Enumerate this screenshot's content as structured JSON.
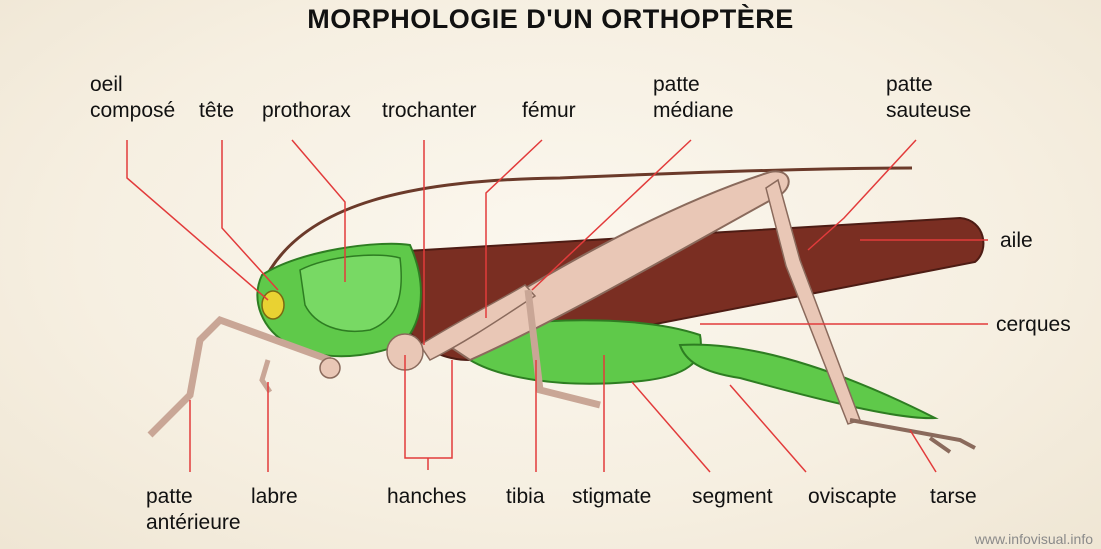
{
  "title": "MORPHOLOGIE D'UN ORTHOPTÈRE",
  "labels": {
    "oeil_compose": [
      "oeil",
      "composé"
    ],
    "tete": "tête",
    "prothorax": "prothorax",
    "trochanter": "trochanter",
    "femur": "fémur",
    "patte_mediane": [
      "patte",
      "médiane"
    ],
    "patte_sauteuse": [
      "patte",
      "sauteuse"
    ],
    "aile": "aile",
    "cerques": "cerques",
    "patte_anterieure": [
      "patte",
      "antérieure"
    ],
    "labre": "labre",
    "hanches": "hanches",
    "tibia": "tibia",
    "stigmate": "stigmate",
    "segment": "segment",
    "oviscapte": "oviscapte",
    "tarse": "tarse"
  },
  "credit": "www.infovisual.info",
  "colors": {
    "leader_line": "#e23b3b",
    "body_green": "#5fc94a",
    "wing_brown": "#7a2e22",
    "leg_pink": "#e9c7b6",
    "eye_yellow": "#e9d232"
  }
}
